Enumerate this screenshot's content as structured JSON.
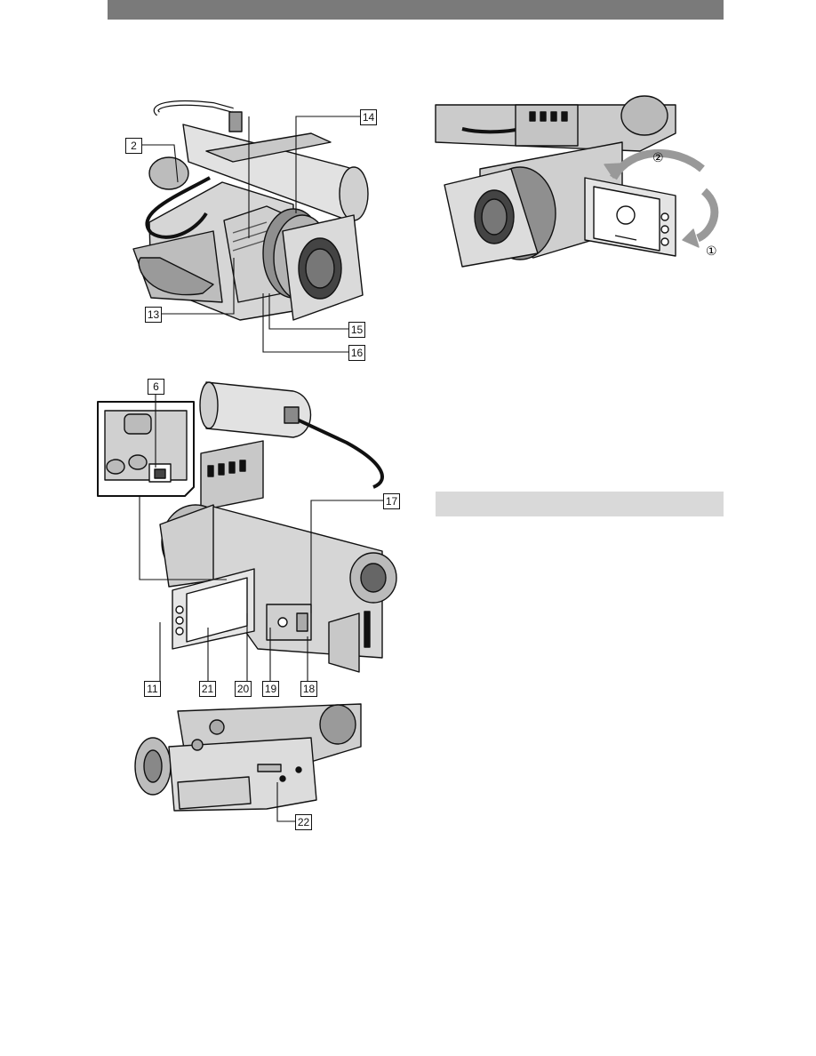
{
  "callouts": {
    "c2": "2",
    "c6": "6",
    "c11": "11",
    "c13": "13",
    "c14": "14",
    "c15": "15",
    "c16": "16",
    "c17": "17",
    "c18": "18",
    "c19": "19",
    "c20": "20",
    "c21": "21",
    "c22": "22"
  },
  "steps": {
    "s1": "①",
    "s2": "②"
  },
  "colors": {
    "header": "#7a7a7a",
    "section": "#d9d9d9",
    "line": "#111111",
    "fill": "#d4d4d4",
    "shade": "#9a9a9a"
  }
}
